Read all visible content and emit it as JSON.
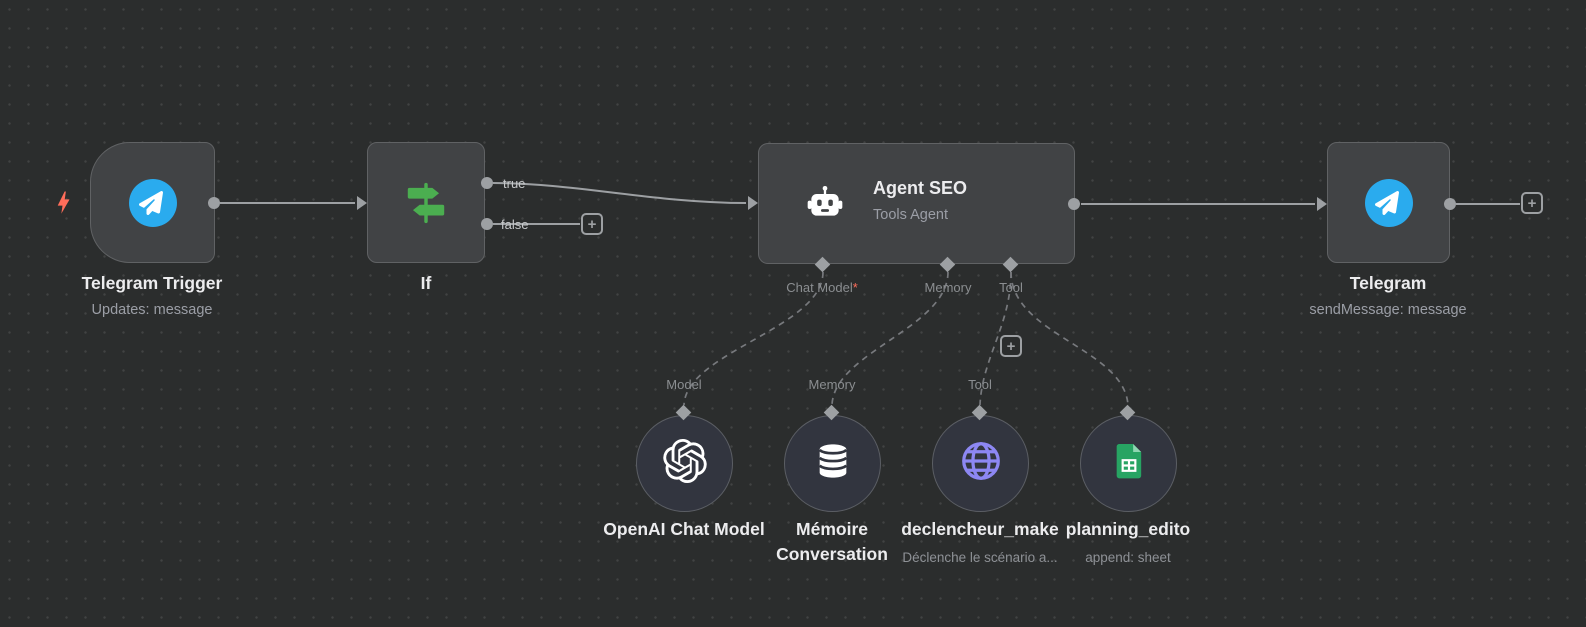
{
  "colors": {
    "canvas_bg": "#2b2d2d",
    "canvas_dot": "#414343",
    "node_bg": "#414345",
    "node_border": "#606264",
    "subnode_bg": "#32353f",
    "subnode_border": "#5b5e64",
    "wire": "#9da0a3",
    "wire_dashed": "#77797d",
    "port": "#9da0a3",
    "title_text": "#ececee",
    "sub_text": "#9b9ea6",
    "port_label_text": "#8b8e91",
    "bool_label_text": "#c7c9cb",
    "telegram_blue": "#2aabee",
    "if_green": "#4bae50",
    "icon_white": "#ffffff",
    "globe_purple": "#8d87f3",
    "sheets_green": "#27a463",
    "sheets_fold": "#8fd6b2",
    "bolt_red": "#ff6d5a",
    "required_red": "#ff6d5a"
  },
  "nodes": {
    "telegram_trigger": {
      "title": "Telegram Trigger",
      "subtitle": "Updates: message"
    },
    "if": {
      "title": "If",
      "output_true": "true",
      "output_false": "false"
    },
    "agent_seo": {
      "title": "Agent SEO",
      "subtitle": "Tools Agent",
      "ports": {
        "chat_model": "Chat Model",
        "required_marker": "*",
        "memory": "Memory",
        "tool": "Tool"
      }
    },
    "telegram": {
      "title": "Telegram",
      "subtitle": "sendMessage: message"
    },
    "openai_chat_model": {
      "title": "OpenAI Chat Model",
      "port_label": "Model"
    },
    "memoire_conversation": {
      "title_line1": "Mémoire",
      "title_line2": "Conversation",
      "port_label": "Memory"
    },
    "declencheur_make": {
      "title": "declencheur_make",
      "subtitle": "Déclenche le scénario a...",
      "port_label": "Tool"
    },
    "planning_edito": {
      "title": "planning_edito",
      "subtitle": "append: sheet"
    }
  },
  "controls": {
    "add_label": "+"
  }
}
